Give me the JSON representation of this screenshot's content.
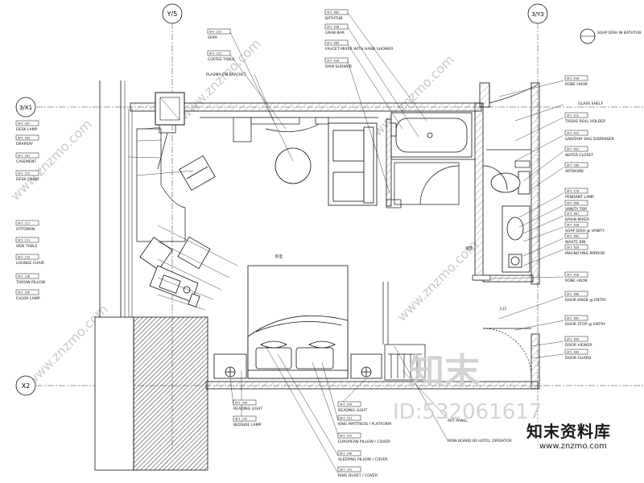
{
  "grid": {
    "col_left": "Y/5",
    "col_right": "3/Y3",
    "row_top": "3/X1",
    "row_bottom": "X2"
  },
  "rooms": {
    "bedroom": "卧室",
    "bathroom": "浴室",
    "entry": "入口"
  },
  "left_callouts": [
    {
      "code": "GFI 207",
      "label": "DESK LAMP"
    },
    {
      "code": "GFI 202",
      "label": "DRAPERY"
    },
    {
      "code": "GFI 201",
      "label": "CASEMENT"
    },
    {
      "code": "GFI 223",
      "label": "DESK CHAIR"
    },
    {
      "code": "GFI 217",
      "label": "OTTOMAN"
    },
    {
      "code": "GFI 211",
      "label": "SIDE TABLE"
    },
    {
      "code": "GFI 215",
      "label": "LOUNGE CHAIR"
    },
    {
      "code": "GFI 218",
      "label": "THROW PILLOW"
    },
    {
      "code": "GFI 226",
      "label": "FLOOR LAMP"
    }
  ],
  "top_callouts": [
    {
      "code": "GFI 222",
      "label": "SOFA"
    },
    {
      "code": "GFI 212",
      "label": "COFFEE TABLE"
    },
    {
      "code": "",
      "label": "PLASMA ON BRACKET"
    },
    {
      "code": "GFI 603",
      "label": "BATHTUB"
    },
    {
      "code": "GFI 630",
      "label": "GRAB BAR"
    },
    {
      "code": "GFI 605",
      "label": "FAUCET MIXER WITH HAND SHOWER"
    },
    {
      "code": "GFI 610",
      "label": "RAIN SHOWER"
    }
  ],
  "soap_note": "SOAP DISH IN BATHTUB",
  "right_callouts": [
    {
      "code": "GFI 616",
      "label": "ROBE HOOK"
    },
    {
      "code": "",
      "label": "GLASS SHELF"
    },
    {
      "code": "GFI 612",
      "label": "TISSUE ROLL HOLDER"
    },
    {
      "code": "GFI 613",
      "label": "SANITARY BAG DISPENSER"
    },
    {
      "code": "GFI 601",
      "label": "WATER CLOSET"
    },
    {
      "code": "GFI 208",
      "label": "ARTWORK"
    },
    {
      "code": "GFI 270",
      "label": "PENDANT LAMP"
    },
    {
      "code": "GFI 608",
      "label": "VANITY TOP"
    },
    {
      "code": "GFI 607",
      "label": "BASIN MIXER"
    },
    {
      "code": "GFI 618",
      "label": "SOAP DISH @ VANITY"
    },
    {
      "code": "GFI 602",
      "label": "WASTE BIN"
    },
    {
      "code": "GFI 620",
      "label": "MAGNIFYING MIRROR"
    },
    {
      "code": "GFI 616",
      "label": "ROBE HOOK"
    },
    {
      "code": "GFI 606",
      "label": "DOOR KNOB @ ENTRY"
    },
    {
      "code": "GFI 601",
      "label": "DOOR STOP @ ENTRY"
    },
    {
      "code": "GFI 604",
      "label": "DOOR VIEWER"
    },
    {
      "code": "GFI 602",
      "label": "DOOR GUARD"
    }
  ],
  "bottom_callouts": [
    {
      "code": "GFI 244",
      "label": "READING LIGHT"
    },
    {
      "code": "GFI 232",
      "label": "BEDSIDE LAMP"
    },
    {
      "code": "GFI 244",
      "label": "READING LIGHT"
    },
    {
      "code": "GFI 231",
      "label": "KING MATTRESS / PLATFORM"
    },
    {
      "code": "GFI 247",
      "label": "EUROPEAN PILLOW / COVER"
    },
    {
      "code": "GFI 246",
      "label": "SLEEPING PILLOW / COVER"
    },
    {
      "code": "GFI 241",
      "label": "KING DUVET / COVER"
    },
    {
      "code": "",
      "label": "ART PANEL"
    },
    {
      "code": "",
      "label": "IRON BOARD BY HOTEL OPERATOR"
    }
  ],
  "watermark": {
    "logo_text": "知末",
    "id_text": "ID:532061617",
    "brand_cn": "知末资料库",
    "brand_url": "www.znzmo.com",
    "diag_text": "www.znzmo.com"
  },
  "colors": {
    "line": "#111111",
    "wall_hatch": "#444444",
    "watermark": "#c8c8c8"
  }
}
